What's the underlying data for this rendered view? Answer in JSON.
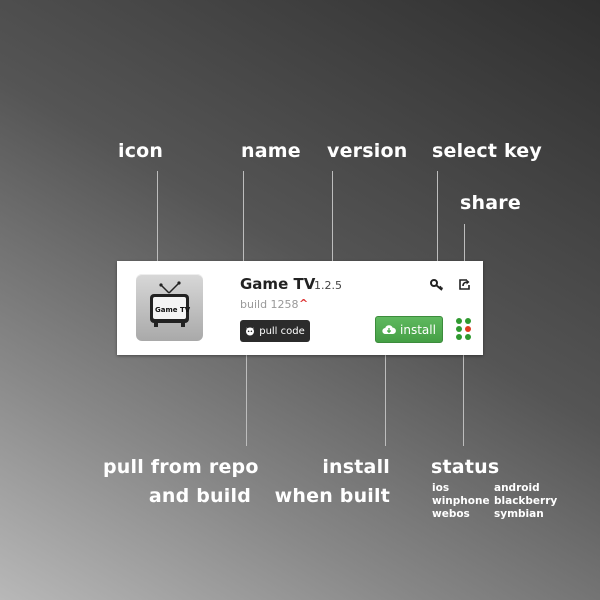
{
  "labels": {
    "icon": "icon",
    "name": "name",
    "version": "version",
    "select_key": "select key",
    "share": "share",
    "pull_line1": "pull from repo",
    "pull_line2": "and build",
    "install_line1": "install",
    "install_line2": "when built",
    "status": "status"
  },
  "statuses": [
    "ios",
    "android",
    "winphone",
    "blackberry",
    "webos",
    "symbian"
  ],
  "app": {
    "name": "Game TV",
    "version": "1.2.5",
    "build": "build 1258",
    "build_caret": "^",
    "icon_text": "Game TV",
    "pull_button": "pull code",
    "install_button": "install"
  },
  "status_dots": [
    {
      "platform": "ios",
      "state": "ok",
      "color": "#2f9a2f"
    },
    {
      "platform": "android",
      "state": "ok",
      "color": "#2f9a2f"
    },
    {
      "platform": "winphone",
      "state": "ok",
      "color": "#2f9a2f"
    },
    {
      "platform": "blackberry",
      "state": "failed",
      "color": "#e03b1f"
    },
    {
      "platform": "webos",
      "state": "ok",
      "color": "#2f9a2f"
    },
    {
      "platform": "symbian",
      "state": "ok",
      "color": "#2f9a2f"
    }
  ],
  "colors": {
    "install": "#4cae4c",
    "pull": "#2b2b2b",
    "caret": "#dd3333"
  }
}
